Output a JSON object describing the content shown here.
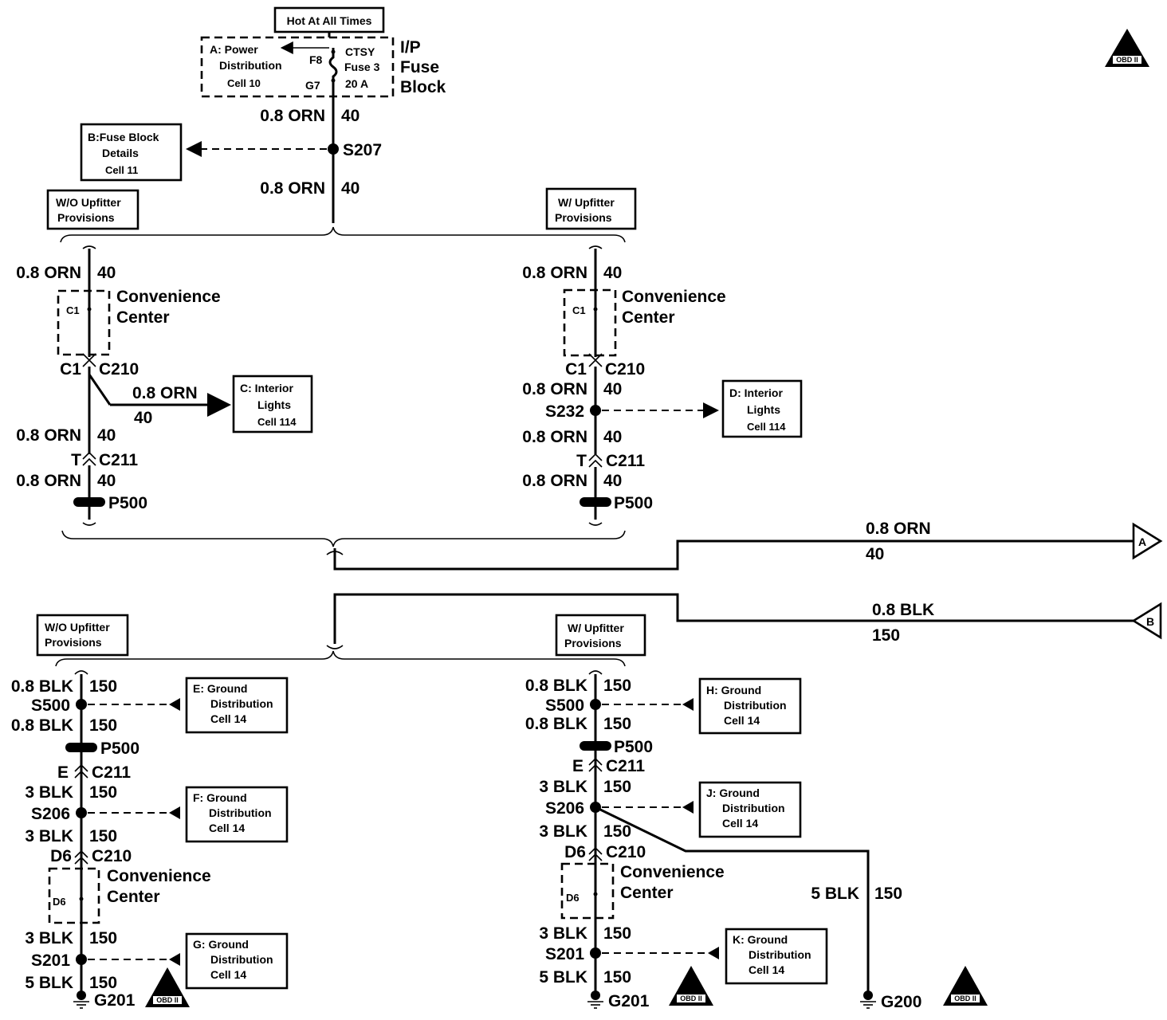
{
  "title_box": "Hot At All Times",
  "fuse_block": {
    "ref": "A: Power",
    "ref_line2": "Distribution",
    "ref_cell": "Cell 10",
    "pin_in": "F8",
    "pin_out": "G7",
    "fuse_name": "CTSY",
    "fuse_label": "Fuse 3",
    "fuse_rating": "20 A",
    "block_name_1": "I/P",
    "block_name_2": "Fuse",
    "block_name_3": "Block"
  },
  "refs": {
    "B": [
      "B:Fuse Block",
      "Details",
      "Cell 11"
    ],
    "C": [
      "C: Interior",
      "Lights",
      "Cell 114"
    ],
    "D": [
      "D: Interior",
      "Lights",
      "Cell 114"
    ],
    "E": [
      "E: Ground",
      "Distribution",
      "Cell 14"
    ],
    "F": [
      "F: Ground",
      "Distribution",
      "Cell 14"
    ],
    "G": [
      "G: Ground",
      "Distribution",
      "Cell 14"
    ],
    "H": [
      "H: Ground",
      "Distribution",
      "Cell 14"
    ],
    "J": [
      "J: Ground",
      "Distribution",
      "Cell 14"
    ],
    "K": [
      "K: Ground",
      "Distribution",
      "Cell 14"
    ]
  },
  "options": {
    "without": [
      "W/O Upfitter",
      "Provisions"
    ],
    "with": [
      "W/ Upfitter",
      "Provisions"
    ]
  },
  "wires": {
    "orn": "0.8 ORN",
    "orn_circuit": "40",
    "blk": "0.8 BLK",
    "blk_heavy": "3 BLK",
    "blk_5": "5 BLK",
    "blk_circuit": "150"
  },
  "components": {
    "splice_s207": "S207",
    "conv_center_1": "Convenience",
    "conv_center_2": "Center",
    "c1": "C1",
    "c210": "C210",
    "c211": "C211",
    "t": "T",
    "e": "E",
    "d6": "D6",
    "p500": "P500",
    "s232": "S232",
    "s500": "S500",
    "s206": "S206",
    "s201": "S201",
    "g201": "G201",
    "g200": "G200"
  },
  "connectors": {
    "a": "A",
    "b": "B"
  },
  "symbol_text": "OBD II"
}
